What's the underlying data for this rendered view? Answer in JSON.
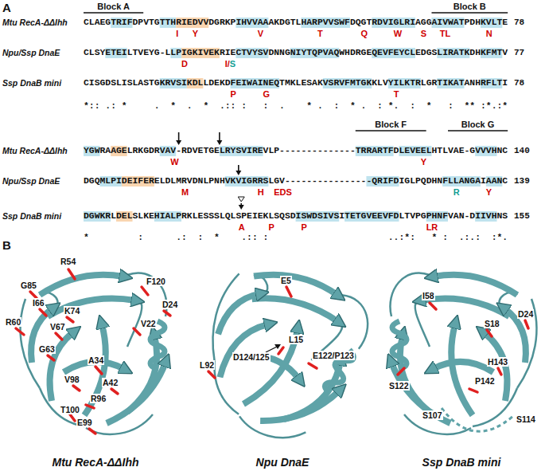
{
  "diagram": {
    "labels": [
      "A",
      "Block A",
      "Block B",
      "Mtu RecA-ΔΔIhh",
      "CLAEGTRIFDPVTGTTHRIEDVVDGRKPIHVVAAAKDGTLHARPVVSWFDQGTRDVIGLRIAGGAIVWATPDHKVLTE",
      "78",
      "I",
      "Y",
      "V",
      "T",
      "Q",
      "W",
      "S",
      "TL",
      "N",
      "Npu/Ssp DnaE",
      "CLSYETEILTVEYG-LLPIGKIVEKRIECTVYSVDNNGNIYTQPVAQWHDRGEQEVFEYCLEDGSLIRATKDHKFMTV",
      "77",
      "D",
      "I/",
      "S",
      "Ssp DnaB mini",
      "CISGDSLISLASTGKRVSIKDLLDEKDFEIWAINEQTMKLESAKVSRVFMTGKKLVYILKTRLGRTIKATANHRFLTI",
      "78",
      "P",
      "G",
      "T",
      "*:: .: *     .  *  .  *  .:: :   :  .    * .  :  * .  : *.  :  *   :  ** :*.:*",
      "Block F",
      "Block G",
      "Mtu RecA-ΔΔIhh",
      "YGWRAAGELRKGDRVAV-RDVETGELRYSVIREVLP--------------TRRARTFDLEVEELHTLVAE-GVVVHNC",
      "140",
      "W",
      "Y",
      "Npu/Ssp DnaE",
      "DGQMLPIDEIFERELDLMRVDNLPNHVKVIGRRSLGV----------------QRIFDIGLPQDHNFLLANGAIAANC",
      "139",
      "M",
      "H",
      "EDS",
      "R",
      "Y",
      "Ssp DnaB mini",
      "DGWKRLDELSLKEHIALPRKLESSSLQLSPEIEKLSQSDISWDSIVSITETGVEEVFDLTVPGPHNFVAN-DIIVHNS",
      "155",
      "A",
      "P",
      "P",
      "LR",
      "*         :      .:  :  *    .:: :                      ..:*:   * :  .:.:  :*.",
      "B",
      "R54",
      "F120",
      "D24",
      "V22",
      "I66",
      "K74",
      "V67",
      "R60",
      "G85",
      "G63",
      "A34",
      "A42",
      "V98",
      "R96",
      "T100",
      "E99",
      "E5",
      "L15",
      "D124/125",
      "E122/P123",
      "L92",
      "S18",
      "D24",
      "I58",
      "H143",
      "P142",
      "S122",
      "S107",
      "S114",
      "Mtu RecA-ΔΔIhh",
      "Npu DnaE",
      "Ssp DnaB mini"
    ]
  }
}
